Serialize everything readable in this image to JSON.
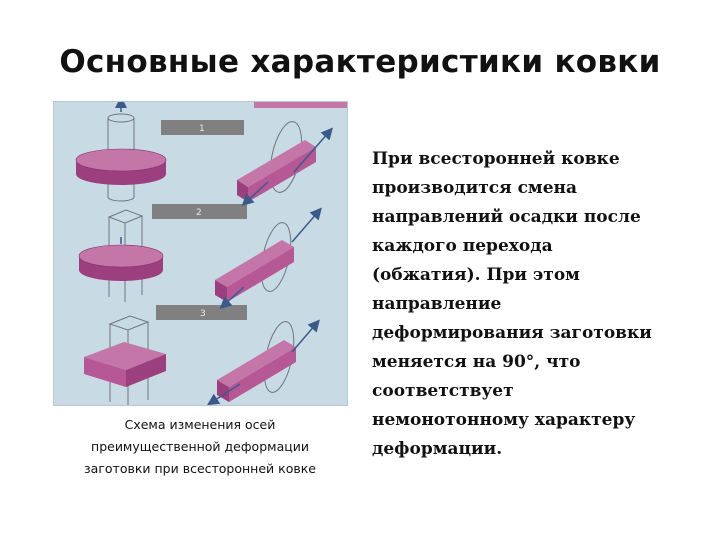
{
  "slide": {
    "title": "Основные характеристики ковки"
  },
  "figure": {
    "step_labels": [
      "1",
      "2",
      "3"
    ],
    "caption_lines": [
      "Схема изменения осей",
      "преимущественной деформации",
      "заготовки при всесторонней ковке"
    ],
    "colors": {
      "background": "#c8dbe4",
      "workpiece_top": "#c476a8",
      "workpiece_side": "#9c3f7e",
      "workpiece_front": "#b65796",
      "label_bar": "#808080",
      "axis": "#3a5a8a",
      "outline": "#6e7480"
    }
  },
  "body_text_lines": [
    "При всесторонней ковке",
    "производится смена",
    "направлений осадки после",
    "каждого перехода",
    "(обжатия). При этом",
    "направление",
    "деформирования заготовки",
    "меняется на 90°, что",
    "соответствует",
    "немонотонному характеру",
    "деформации."
  ]
}
